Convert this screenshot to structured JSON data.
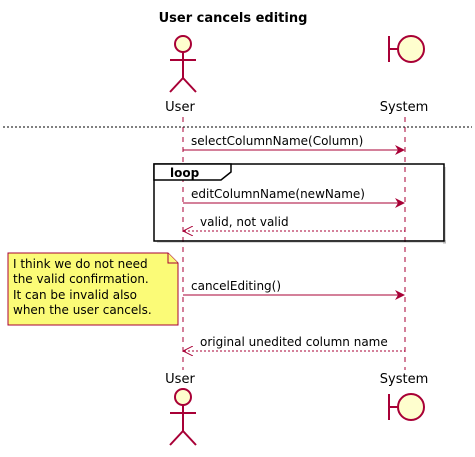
{
  "diagram": {
    "title": "User cancels editing",
    "participants": {
      "user": {
        "label": "User",
        "type": "actor"
      },
      "system": {
        "label": "System",
        "type": "boundary"
      }
    },
    "messages": [
      {
        "from": "user",
        "to": "system",
        "label": "selectColumnName(Column)",
        "style": "solid"
      },
      {
        "from": "user",
        "to": "system",
        "label": "editColumnName(newName)",
        "style": "solid"
      },
      {
        "from": "system",
        "to": "user",
        "label": "valid, not valid",
        "style": "dashed"
      },
      {
        "from": "user",
        "to": "system",
        "label": "cancelEditing()",
        "style": "solid"
      },
      {
        "from": "system",
        "to": "user",
        "label": "original unedited column name",
        "style": "dashed"
      }
    ],
    "loop": {
      "label": "loop"
    },
    "note": {
      "lines": [
        "I think we do not need",
        "the valid confirmation.",
        "It can be invalid also",
        "when the user cancels."
      ]
    },
    "colors": {
      "participant_fill": "#FEFECE",
      "participant_stroke": "#A80036",
      "note_fill": "#FBFB77",
      "lifeline": "#A80036"
    }
  }
}
